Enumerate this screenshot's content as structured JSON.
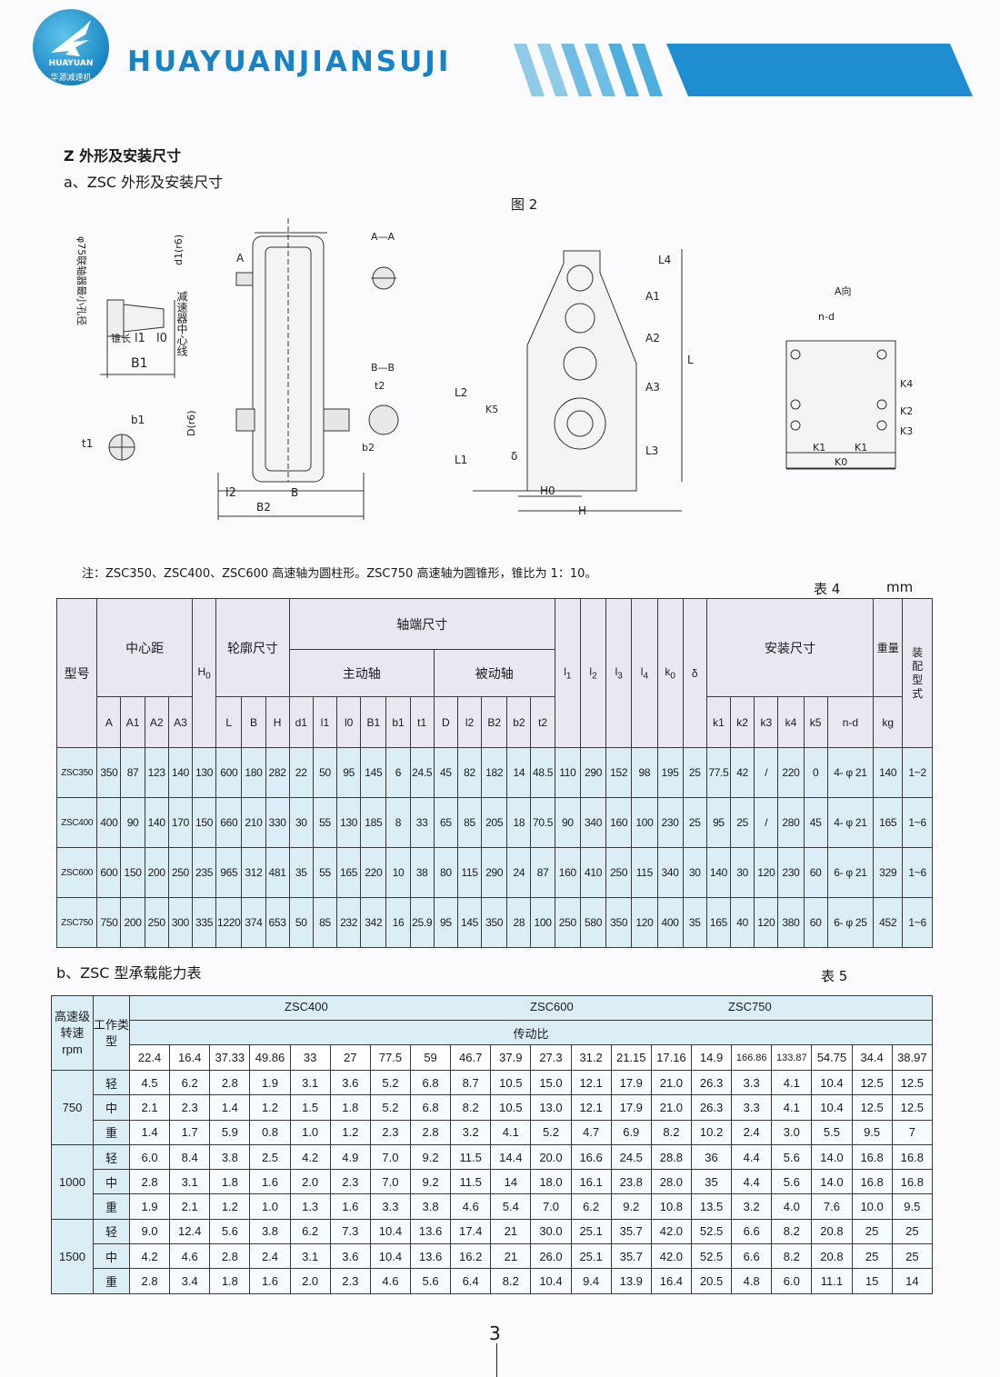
{
  "header": {
    "logo_line1": "HUAYUAN",
    "logo_line2": "华源减速机",
    "brand": "HUAYUANJIANSUJI"
  },
  "section": {
    "title_z": "Z 外形及安装尺寸",
    "title_a": "a、ZSC 外形及安装尺寸",
    "figure_label": "图 2",
    "note": "注：ZSC350、ZSC400、ZSC600 高速轴为圆柱形。ZSC750 高速轴为圆锥形，锥比为 1：10。",
    "table4_label": "表 4",
    "table4_unit": "mm",
    "title_b": "b、ZSC 型承载能力表",
    "table5_label": "表 5",
    "page_number": "3"
  },
  "table4": {
    "h_model": "型号",
    "h_center": "中心距",
    "h_H0": "H",
    "h_H0_sub": "0",
    "h_outline": "轮廓尺寸",
    "h_shaft": "轴端尺寸",
    "h_drive": "主动轴",
    "h_driven": "被动轴",
    "h_l1": "l",
    "h_l1_sub": "1",
    "h_l2": "l",
    "h_l2_sub": "2",
    "h_l3": "l",
    "h_l3_sub": "3",
    "h_l4": "l",
    "h_l4_sub": "4",
    "h_k0": "k",
    "h_k0_sub": "0",
    "h_delta": "δ",
    "h_install": "安装尺寸",
    "h_weight": "重量",
    "h_weight_unit": "kg",
    "h_assembly": "装配型式",
    "cols": [
      "A",
      "A1",
      "A2",
      "A3",
      "L",
      "B",
      "H",
      "d1",
      "l1",
      "l0",
      "B1",
      "b1",
      "t1",
      "D",
      "l2",
      "B2",
      "b2",
      "t2",
      "k1",
      "k2",
      "k3",
      "k4",
      "k5",
      "n-d"
    ],
    "rows": [
      [
        "ZSC350",
        "350",
        "87",
        "123",
        "140",
        "130",
        "600",
        "180",
        "282",
        "22",
        "50",
        "95",
        "145",
        "6",
        "24.5",
        "45",
        "82",
        "182",
        "14",
        "48.5",
        "110",
        "290",
        "152",
        "98",
        "195",
        "25",
        "77.5",
        "42",
        "/",
        "220",
        "0",
        "4- φ 21",
        "140",
        "1~2"
      ],
      [
        "ZSC400",
        "400",
        "90",
        "140",
        "170",
        "150",
        "660",
        "210",
        "330",
        "30",
        "55",
        "130",
        "185",
        "8",
        "33",
        "65",
        "85",
        "205",
        "18",
        "70.5",
        "90",
        "340",
        "160",
        "100",
        "230",
        "25",
        "95",
        "25",
        "/",
        "280",
        "45",
        "4- φ 21",
        "165",
        "1~6"
      ],
      [
        "ZSC600",
        "600",
        "150",
        "200",
        "250",
        "235",
        "965",
        "312",
        "481",
        "35",
        "55",
        "165",
        "220",
        "10",
        "38",
        "80",
        "115",
        "290",
        "24",
        "87",
        "160",
        "410",
        "250",
        "115",
        "340",
        "30",
        "140",
        "30",
        "120",
        "230",
        "60",
        "6- φ 21",
        "329",
        "1~6"
      ],
      [
        "ZSC750",
        "750",
        "200",
        "250",
        "300",
        "335",
        "1220",
        "374",
        "653",
        "50",
        "85",
        "232",
        "342",
        "16",
        "25.9",
        "95",
        "145",
        "350",
        "28",
        "100",
        "250",
        "580",
        "350",
        "120",
        "400",
        "35",
        "165",
        "40",
        "120",
        "380",
        "60",
        "6- φ 25",
        "452",
        "1~6"
      ]
    ]
  },
  "table5": {
    "h_speed": "高速级转速",
    "h_rpm": "rpm",
    "h_work": "工作类型",
    "h_zsc400": "ZSC400",
    "h_zsc600": "ZSC600",
    "h_zsc750": "ZSC750",
    "h_ratio": "传动比",
    "ratios": [
      "22.4",
      "16.4",
      "37.33",
      "49.86",
      "33",
      "27",
      "77.5",
      "59",
      "46.7",
      "37.9",
      "27.3",
      "31.2",
      "21.15",
      "17.16",
      "14.9",
      "166.86",
      "133.87",
      "54.75",
      "34.4",
      "38.97"
    ],
    "groups": [
      {
        "rpm": "750",
        "rows": [
          {
            "type": "轻",
            "values": [
              "4.5",
              "6.2",
              "2.8",
              "1.9",
              "3.1",
              "3.6",
              "5.2",
              "6.8",
              "8.7",
              "10.5",
              "15.0",
              "12.1",
              "17.9",
              "21.0",
              "26.3",
              "3.3",
              "4.1",
              "10.4",
              "12.5",
              "12.5"
            ]
          },
          {
            "type": "中",
            "values": [
              "2.1",
              "2.3",
              "1.4",
              "1.2",
              "1.5",
              "1.8",
              "5.2",
              "6.8",
              "8.2",
              "10.5",
              "13.0",
              "12.1",
              "17.9",
              "21.0",
              "26.3",
              "3.3",
              "4.1",
              "10.4",
              "12.5",
              "12.5"
            ]
          },
          {
            "type": "重",
            "values": [
              "1.4",
              "1.7",
              "5.9",
              "0.8",
              "1.0",
              "1.2",
              "2.3",
              "2.8",
              "3.2",
              "4.1",
              "5.2",
              "4.7",
              "6.9",
              "8.2",
              "10.2",
              "2.4",
              "3.0",
              "5.5",
              "9.5",
              "7"
            ]
          }
        ]
      },
      {
        "rpm": "1000",
        "rows": [
          {
            "type": "轻",
            "values": [
              "6.0",
              "8.4",
              "3.8",
              "2.5",
              "4.2",
              "4.9",
              "7.0",
              "9.2",
              "11.5",
              "14.4",
              "20.0",
              "16.6",
              "24.5",
              "28.8",
              "36",
              "4.4",
              "5.6",
              "14.0",
              "16.8",
              "16.8"
            ]
          },
          {
            "type": "中",
            "values": [
              "2.8",
              "3.1",
              "1.8",
              "1.6",
              "2.0",
              "2.3",
              "7.0",
              "9.2",
              "11.5",
              "14",
              "18.0",
              "16.1",
              "23.8",
              "28.0",
              "35",
              "4.4",
              "5.6",
              "14.0",
              "16.8",
              "16.8"
            ]
          },
          {
            "type": "重",
            "values": [
              "1.9",
              "2.1",
              "1.2",
              "1.0",
              "1.3",
              "1.6",
              "3.3",
              "3.8",
              "4.6",
              "5.4",
              "7.0",
              "6.2",
              "9.2",
              "10.8",
              "13.5",
              "3.2",
              "4.0",
              "7.6",
              "10.0",
              "9.5"
            ]
          }
        ]
      },
      {
        "rpm": "1500",
        "rows": [
          {
            "type": "轻",
            "values": [
              "9.0",
              "12.4",
              "5.6",
              "3.8",
              "6.2",
              "7.3",
              "10.4",
              "13.6",
              "17.4",
              "21",
              "30.0",
              "25.1",
              "35.7",
              "42.0",
              "52.5",
              "6.6",
              "8.2",
              "20.8",
              "25",
              "25"
            ]
          },
          {
            "type": "中",
            "values": [
              "4.2",
              "4.6",
              "2.8",
              "2.4",
              "3.1",
              "3.6",
              "10.4",
              "13.6",
              "16.2",
              "21",
              "26.0",
              "25.1",
              "35.7",
              "42.0",
              "52.5",
              "6.6",
              "8.2",
              "20.8",
              "25",
              "25"
            ]
          },
          {
            "type": "重",
            "values": [
              "2.8",
              "3.4",
              "1.8",
              "1.6",
              "2.0",
              "2.3",
              "4.6",
              "5.6",
              "6.4",
              "8.2",
              "10.4",
              "9.4",
              "13.9",
              "16.4",
              "20.5",
              "4.8",
              "6.0",
              "11.1",
              "15",
              "14"
            ]
          }
        ]
      }
    ]
  },
  "drawing": {
    "lbl_coupling": "φ75联轴器最小孔径",
    "lbl_taper": "锥长",
    "lbl_l1": "l1",
    "lbl_l0": "l0",
    "lbl_B1": "B1",
    "lbl_b1": "b1",
    "lbl_t1": "t1",
    "lbl_center": "减速器中心线",
    "lbl_d1": "d1(r6)",
    "lbl_D": "D(r6)",
    "lbl_AA": "A—A",
    "lbl_BB": "B—B",
    "lbl_t2": "t2",
    "lbl_b2": "b2",
    "lbl_l2": "l2",
    "lbl_B": "B",
    "lbl_B2": "B2",
    "lbl_A": "A",
    "lbl_L4": "L4",
    "lbl_A1": "A1",
    "lbl_A2": "A2",
    "lbl_A3": "A3",
    "lbl_L": "L",
    "lbl_L3": "L3",
    "lbl_L2": "L2",
    "lbl_L1": "L1",
    "lbl_K5": "K5",
    "lbl_delta": "δ",
    "lbl_H0": "H0",
    "lbl_H": "H",
    "lbl_Adir": "A向",
    "lbl_nd": "n-d",
    "lbl_K4": "K4",
    "lbl_K2": "K2",
    "lbl_K3": "K3",
    "lbl_K1": "K1",
    "lbl_K0": "K0"
  }
}
